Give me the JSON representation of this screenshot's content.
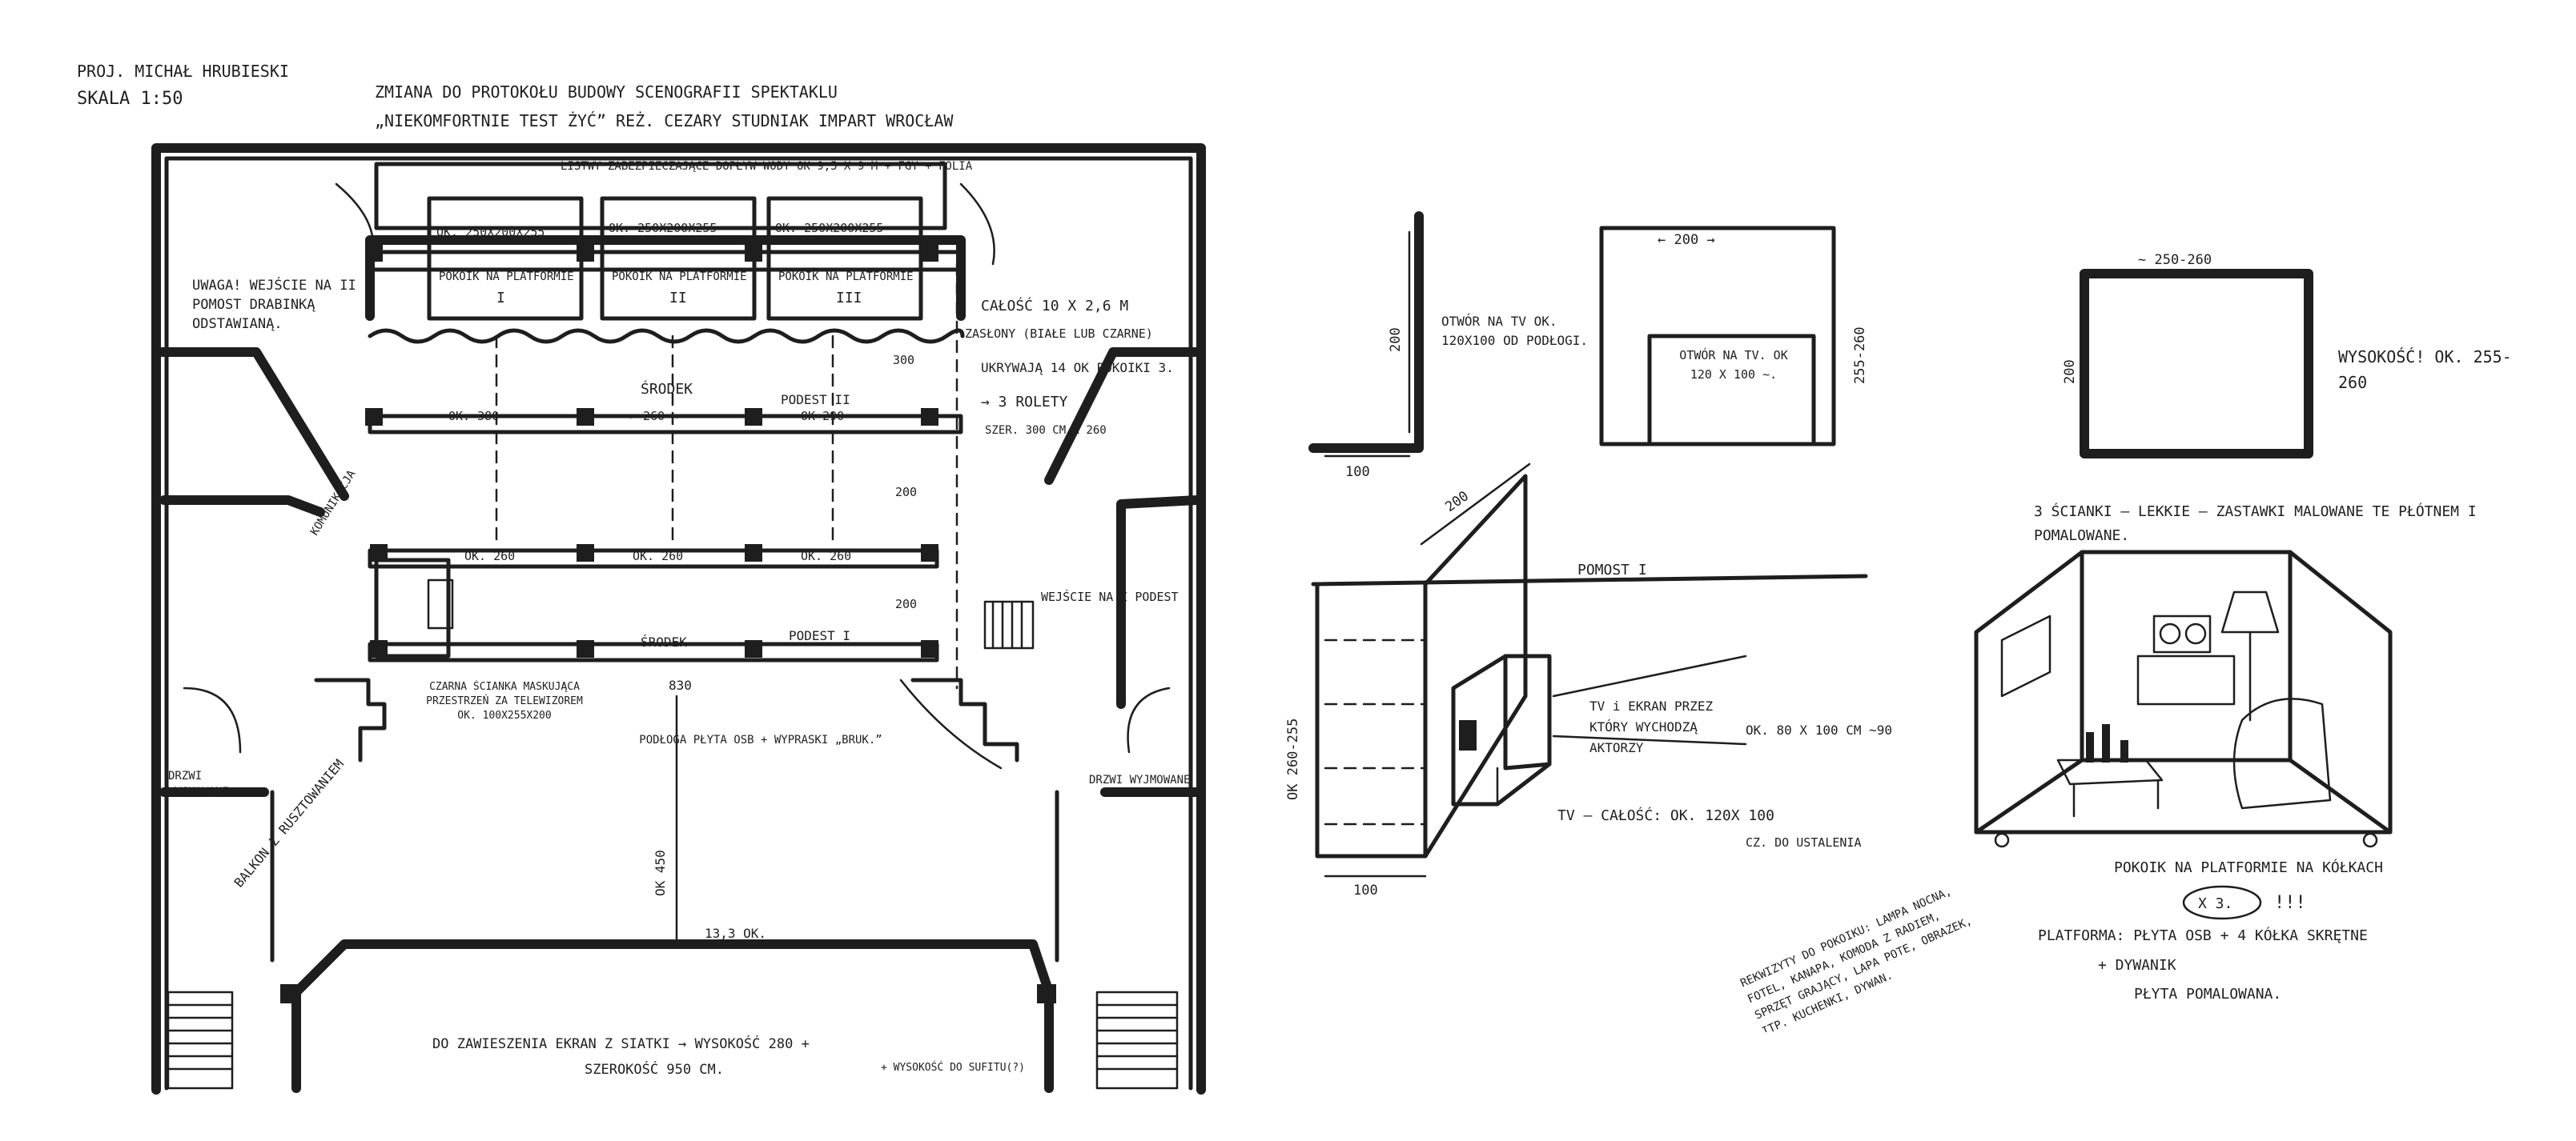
{
  "header": {
    "author": "PROJ. MICHAŁ HRUBIESKI",
    "scale": "SKALA 1:50",
    "title_line1": "ZMIANA DO PROTOKOŁU BUDOWY SCENOGRAFII SPEKTAKLU",
    "title_line2": "„NIEKOMFORTNIE TEST ŻYĆ” REŻ. CEZARY STUDNIAK IMPART WROCŁAW"
  },
  "plan": {
    "top_note": "LISTWY ZABEZPIECZAJĄCE DOPŁYW WODY OK 9,5 X 9 M + FGY + FOLIA",
    "boxes": [
      "OK. 250X200X255",
      "OK. 250X200X255",
      "OK. 250X200X255"
    ],
    "rooms": [
      {
        "label": "POKOIK NA PLATFORMIE",
        "num": "I"
      },
      {
        "label": "POKOIK NA PLATFORMIE",
        "num": "II"
      },
      {
        "label": "POKOIK NA PLATFORMIE",
        "num": "III"
      }
    ],
    "uwaga": "UWAGA! WEJŚCIE NA II POMOST DRABINKĄ ODSTAWIANĄ.",
    "calosc": "CAŁOŚĆ 10 X 2,6 M",
    "zaslony": "ZASŁONY (BIAŁE LUB CZARNE)",
    "ukrywaja": "UKRYWAJĄ 14 OK POKOIKI 3.",
    "rolety": "→ 3 ROLETY",
    "szer": "SZER. 300 CM X 260",
    "srodek_upper": "ŚRODEK",
    "podest_ii": "PODEST II",
    "dim_380": "OK. 380",
    "dim_260": "← 260 →",
    "dim_290": "OK 290",
    "dim_200_a": "200",
    "dim_300": "300",
    "komunikacja": "KOMUNIKACJA",
    "ok260_row": [
      "OK. 260",
      "OK. 260",
      "OK. 260"
    ],
    "dim_200_b": "200",
    "srodek_lower": "ŚRODEK",
    "podest_i": "PODEST I",
    "wejscie_i": "WEJŚCIE NA I PODEST",
    "czarna": "CZARNA ŚCIANKA MASKUJĄCA PRZESTRZEŃ ZA TELEWIZOREM OK. 100X255X200",
    "dim_830": "830",
    "podloga": "PODŁOGA PŁYTA OSB + WYPRASKI „BRUK.”",
    "drzwi_l": "DRZWI WYJMOWANE",
    "drzwi_r": "DRZWI WYJMOWANE",
    "balkon": "BALKON Z RUSZTOWANIEM",
    "ok450": "OK 450",
    "dim_133": "13,3 OK.",
    "bottom_note1": "DO ZAWIESZENIA EKRAN Z SIATKI → WYSOKOŚĆ 280 +",
    "bottom_note2": "SZEROKOŚĆ 950 CM.",
    "bottom_note3": "+ WYSOKOŚĆ DO SUFITU(?)"
  },
  "detail_tv": {
    "dim_200": "200",
    "dim_100": "100",
    "otwor": "OTWÓR NA TV OK. 120X100 OD PODŁOGI."
  },
  "detail_wall": {
    "dim_200": "← 200 →",
    "dim_255": "255-260",
    "otwor": "OTWÓR NA TV. OK 120 X 100 ~."
  },
  "detail_room": {
    "dim_top": "~ 250-260",
    "dim_side": "200",
    "wysokosc": "WYSOKOŚĆ! OK. 255-260"
  },
  "detail_persp": {
    "dim_200": "200",
    "pomost": "POMOST I",
    "dim_side": "OK 260-255",
    "dim_100": "100",
    "tv_ekran": "TV i EKRAN PRZEZ KTÓRY WYCHODZĄ AKTORZY",
    "ok80": "OK. 80 X 100 CM ~90",
    "calosc": "TV – CAŁOŚĆ: OK. 120X 100",
    "cz": "CZ. DO USTALENIA"
  },
  "detail_rooms": {
    "note": "3 ŚCIANKI – LEKKIE – ZASTAWKI MALOWANE TE PŁÓTNEM I POMALOWANE.",
    "pokoik": "POKOIK NA PLATFORMIE NA KÓŁKACH",
    "x3": "X 3.",
    "excl": "!!!",
    "platforma": "PLATFORMA: PŁYTA OSB + 4 KÓŁKA SKRĘTNE",
    "dywanik": "+ DYWANIK",
    "plyta": "PŁYTA POMALOWANA.",
    "rekwizyty": "REKWIZYTY DO POKOIKU: LAMPA NOCNA, FOTEL, KANAPA, KOMODA Z RADIEM, SPRZĘT GRAJĄCY, LAPA POTE, OBRAZEK, ITP. KUCHENKI, DYWAN."
  }
}
